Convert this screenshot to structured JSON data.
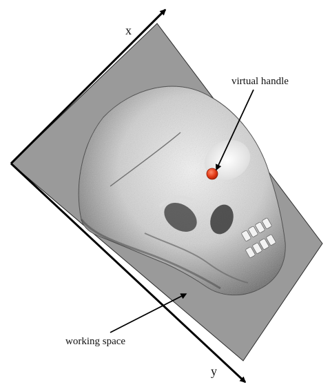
{
  "labels": {
    "x_axis": "x",
    "y_axis": "y",
    "handle": "virtual handle",
    "space": "working space"
  },
  "colors": {
    "plane": "#9a9a9a",
    "handle": "#e23a16",
    "axis": "#000000"
  }
}
